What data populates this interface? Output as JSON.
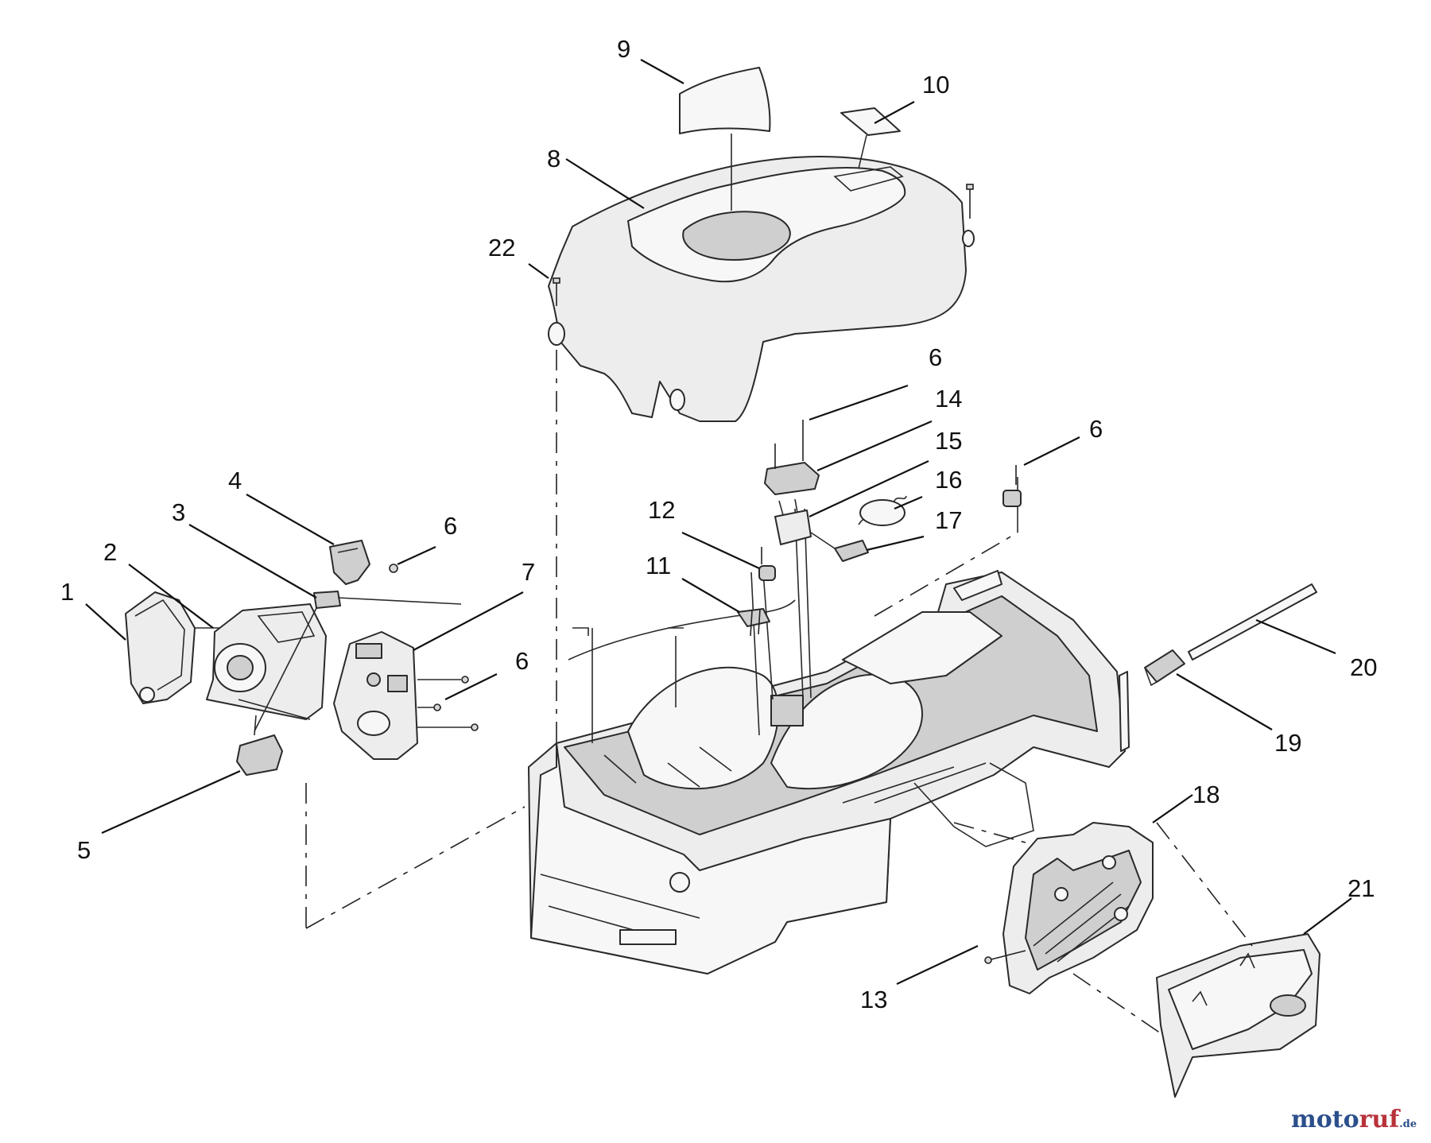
{
  "callouts": [
    {
      "id": "1",
      "label": "1",
      "part": "air-filter-cover"
    },
    {
      "id": "2",
      "label": "2",
      "part": "control-housing"
    },
    {
      "id": "3",
      "label": "3",
      "part": "cable-bracket"
    },
    {
      "id": "4",
      "label": "4",
      "part": "switch-bracket"
    },
    {
      "id": "5",
      "label": "5",
      "part": "switch"
    },
    {
      "id": "6a",
      "label": "6",
      "part": "screw"
    },
    {
      "id": "6b",
      "label": "6",
      "part": "screw"
    },
    {
      "id": "6c",
      "label": "6",
      "part": "screw"
    },
    {
      "id": "6d",
      "label": "6",
      "part": "screw"
    },
    {
      "id": "7",
      "label": "7",
      "part": "control-panel"
    },
    {
      "id": "8",
      "label": "8",
      "part": "top-cover"
    },
    {
      "id": "9",
      "label": "9",
      "part": "cover-decal"
    },
    {
      "id": "10",
      "label": "10",
      "part": "small-decal"
    },
    {
      "id": "11",
      "label": "11",
      "part": "cable-clip"
    },
    {
      "id": "12",
      "label": "12",
      "part": "bushing"
    },
    {
      "id": "13",
      "label": "13",
      "part": "screw"
    },
    {
      "id": "14",
      "label": "14",
      "part": "latch"
    },
    {
      "id": "15",
      "label": "15",
      "part": "latch-base"
    },
    {
      "id": "16",
      "label": "16",
      "part": "spring"
    },
    {
      "id": "17",
      "label": "17",
      "part": "latch-lever"
    },
    {
      "id": "18",
      "label": "18",
      "part": "rear-door-frame"
    },
    {
      "id": "19",
      "label": "19",
      "part": "spring"
    },
    {
      "id": "20",
      "label": "20",
      "part": "rod"
    },
    {
      "id": "21",
      "label": "21",
      "part": "rear-door"
    },
    {
      "id": "22",
      "label": "22",
      "part": "screw"
    }
  ],
  "watermark": {
    "part1": "moto",
    "part2": "ruf",
    "suffix": ".de"
  }
}
